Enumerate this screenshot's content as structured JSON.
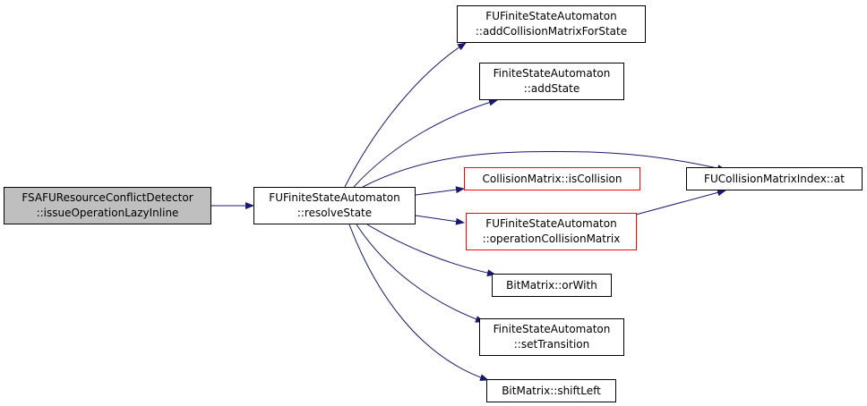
{
  "graph": {
    "edge_color": "#191970",
    "focus_fill": "#bfbfbf",
    "truncated_border": "#ff0000",
    "nodes": {
      "source": {
        "line1": "FSAFUResourceConflictDetector",
        "line2": "::issueOperationLazyInline"
      },
      "resolve": {
        "line1": "FUFiniteStateAutomaton",
        "line2": "::resolveState"
      },
      "add_collision": {
        "line1": "FUFiniteStateAutomaton",
        "line2": "::addCollisionMatrixForState"
      },
      "add_state": {
        "line1": "FiniteStateAutomaton",
        "line2": "::addState"
      },
      "is_collision": {
        "line1": "CollisionMatrix::isCollision"
      },
      "op_collision": {
        "line1": "FUFiniteStateAutomaton",
        "line2": "::operationCollisionMatrix"
      },
      "or_with": {
        "line1": "BitMatrix::orWith"
      },
      "set_transition": {
        "line1": "FiniteStateAutomaton",
        "line2": "::setTransition"
      },
      "shift_left": {
        "line1": "BitMatrix::shiftLeft"
      },
      "index_at": {
        "line1": "FUCollisionMatrixIndex::at"
      }
    }
  }
}
